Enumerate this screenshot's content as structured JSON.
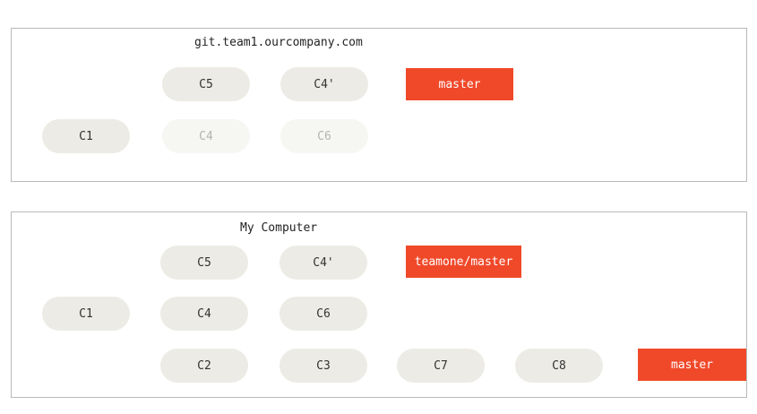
{
  "top": {
    "title": "git.team1.ourcompany.com",
    "commits": {
      "c1": "C1",
      "c4": "C4",
      "c5": "C5",
      "c4p": "C4'",
      "c6": "C6"
    },
    "branch_master": "master"
  },
  "bottom": {
    "title": "My Computer",
    "commits": {
      "c1": "C1",
      "c2": "C2",
      "c3": "C3",
      "c4": "C4",
      "c5": "C5",
      "c6": "C6",
      "c4p": "C4'",
      "c7": "C7",
      "c8": "C8"
    },
    "branch_remote": "teamone/master",
    "branch_master": "master"
  },
  "colors": {
    "branch": "#f0492a",
    "commit": "#ecebe5",
    "commit_faded": "#f6f6f3",
    "arrow": "#8f8f8f",
    "arrow_faded": "#c9c9c9"
  }
}
